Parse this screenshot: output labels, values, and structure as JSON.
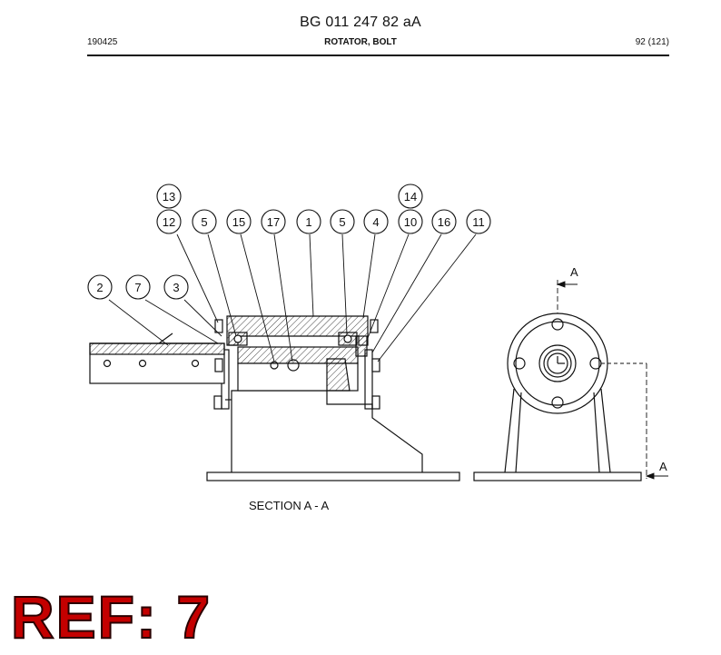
{
  "header": {
    "title": "BG 011 247 82 aA",
    "doc_number": "190425",
    "section": "ROTATOR, BOLT",
    "page": "92 (121)"
  },
  "drawing": {
    "section_label": "SECTION A - A",
    "view_marker_top": "A",
    "view_marker_bottom": "A",
    "callouts": [
      "13",
      "14",
      "12",
      "5",
      "15",
      "17",
      "1",
      "5",
      "4",
      "10",
      "16",
      "11",
      "2",
      "7",
      "3"
    ]
  },
  "footer": {
    "ref_label": "REF: 7"
  },
  "colors": {
    "ink": "#111111",
    "ref_red": "#c40000"
  }
}
